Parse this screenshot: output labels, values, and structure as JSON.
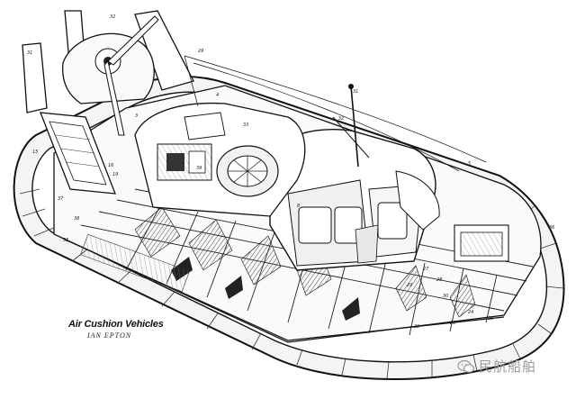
{
  "caption": {
    "title": "Air Cushion Vehicles",
    "signature": "IAN EPTON"
  },
  "watermark": {
    "text": "民航船舶",
    "icon": "wechat-chat-bubble-icon"
  },
  "callouts": [
    "32",
    "31",
    "29",
    "4",
    "8",
    "33",
    "31",
    "32",
    "36",
    "37",
    "15",
    "16",
    "38",
    "35",
    "39",
    "27",
    "28",
    "29",
    "30",
    "24",
    "25",
    "23",
    "22",
    "5",
    "19",
    "3"
  ],
  "colors": {
    "ink": "#111111",
    "hatch": "#555555",
    "background": "#ffffff",
    "watermark": "#9a9a9a"
  }
}
